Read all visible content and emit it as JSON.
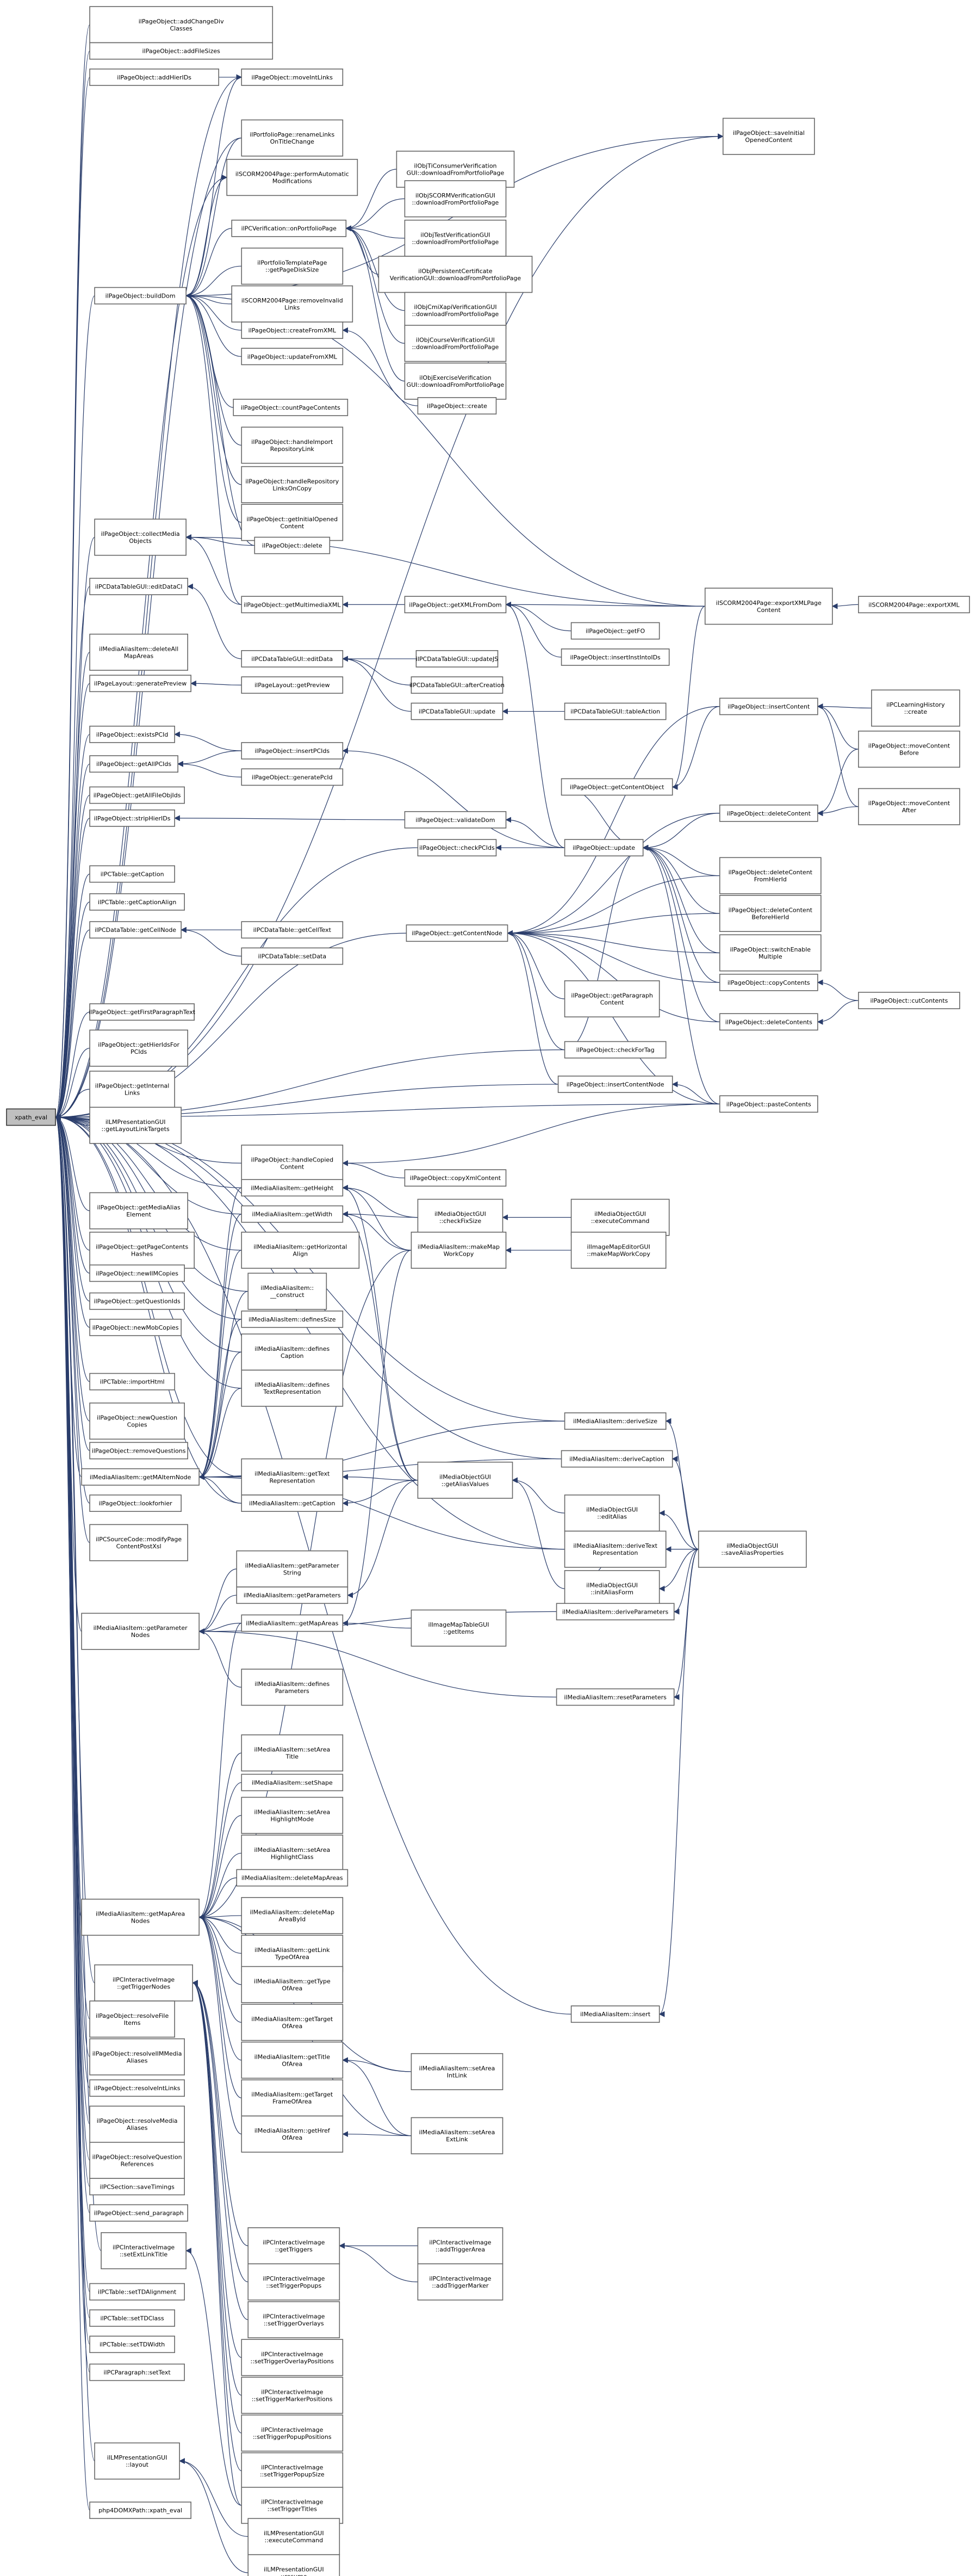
{
  "graph": {
    "root": "xpath_eval",
    "nodes": [
      {
        "id": "n1",
        "label": "ilPageObject::addChangeDiv\nClasses"
      },
      {
        "id": "n2",
        "label": "ilPageObject::addFileSizes"
      },
      {
        "id": "n3",
        "label": "ilPageObject::addHierIDs"
      },
      {
        "id": "n4",
        "label": "ilPageObject::moveIntLinks"
      },
      {
        "id": "n5",
        "label": "ilPageObject::saveInitial\nOpenedContent"
      },
      {
        "id": "n6",
        "label": "ilPortfolioPage::renameLinks\nOnTitleChange"
      },
      {
        "id": "n7",
        "label": "ilSCORM2004Page::performAutomatic\nModifications"
      },
      {
        "id": "n8",
        "label": "ilObjTiConsumerVerification\nGUI::downloadFromPortfolioPage"
      },
      {
        "id": "n9",
        "label": "ilPCVerification::onPortfolioPage"
      },
      {
        "id": "n10",
        "label": "ilObjSCORMVerificationGUI\n::downloadFromPortfolioPage"
      },
      {
        "id": "n11",
        "label": "ilObjTestVerificationGUI\n::downloadFromPortfolioPage"
      },
      {
        "id": "n12",
        "label": "ilPortfolioTemplatePage\n::getPageDiskSize"
      },
      {
        "id": "n13",
        "label": "ilObjPersistentCertificate\nVerificationGUI::downloadFromPortfolioPage"
      },
      {
        "id": "n14",
        "label": "ilSCORM2004Page::removeInvalid\nLinks"
      },
      {
        "id": "n15",
        "label": "ilObjCmiXapiVerificationGUI\n::downloadFromPortfolioPage"
      },
      {
        "id": "n16",
        "label": "ilPageObject::buildDom"
      },
      {
        "id": "n17",
        "label": "ilPageObject::createFromXML"
      },
      {
        "id": "n18",
        "label": "ilObjCourseVerificationGUI\n::downloadFromPortfolioPage"
      },
      {
        "id": "n19",
        "label": "ilPageObject::updateFromXML"
      },
      {
        "id": "n20",
        "label": "ilObjExerciseVerification\nGUI::downloadFromPortfolioPage"
      },
      {
        "id": "n21",
        "label": "ilPageObject::create"
      },
      {
        "id": "n22",
        "label": "ilPageObject::countPageContents"
      },
      {
        "id": "n23",
        "label": "ilPageObject::handleImport\nRepositoryLink"
      },
      {
        "id": "n24",
        "label": "ilPageObject::handleRepository\nLinksOnCopy"
      },
      {
        "id": "n25",
        "label": "ilPageObject::getInitialOpened\nContent"
      },
      {
        "id": "n26",
        "label": "ilPageObject::collectMedia\nObjects"
      },
      {
        "id": "n27",
        "label": "ilPageObject::delete"
      },
      {
        "id": "n28",
        "label": "ilSCORM2004Page::exportXMLPage\nContent"
      },
      {
        "id": "n29",
        "label": "ilSCORM2004Page::exportXML"
      },
      {
        "id": "n30",
        "label": "ilPageObject::getMultimediaXML"
      },
      {
        "id": "n31",
        "label": "ilPageObject::getXMLFromDom"
      },
      {
        "id": "n32",
        "label": "ilPCDataTableGUI::editDataCl"
      },
      {
        "id": "n33",
        "label": "ilPageObject::getFO"
      },
      {
        "id": "n34",
        "label": "ilMediaAliasItem::deleteAll\nMapAreas"
      },
      {
        "id": "n35",
        "label": "ilPageObject::insertInstIntoIDs"
      },
      {
        "id": "n36",
        "label": "ilPCDataTableGUI::editData"
      },
      {
        "id": "n37",
        "label": "ilPCDataTableGUI::updateJS"
      },
      {
        "id": "n38",
        "label": "ilPageLayout::generatePreview"
      },
      {
        "id": "n39",
        "label": "ilPageLayout::getPreview"
      },
      {
        "id": "n40",
        "label": "ilPCDataTableGUI::afterCreation"
      },
      {
        "id": "n41",
        "label": "ilPCDataTableGUI::update"
      },
      {
        "id": "n42",
        "label": "ilPCDataTableGUI::tableAction"
      },
      {
        "id": "n43",
        "label": "ilPageObject::existsPCId"
      },
      {
        "id": "n44",
        "label": "ilPageObject::insertContent"
      },
      {
        "id": "n45",
        "label": "ilPCLearningHistory\n::create"
      },
      {
        "id": "n46",
        "label": "ilPageObject::insertPCIds"
      },
      {
        "id": "n47",
        "label": "ilPageObject::getAllPCIds"
      },
      {
        "id": "n48",
        "label": "ilPageObject::moveContent\nBefore"
      },
      {
        "id": "n49",
        "label": "ilPageObject::generatePcId"
      },
      {
        "id": "n50",
        "label": "ilPageObject::getAllFileObjIds"
      },
      {
        "id": "n51",
        "label": "ilPageObject::getContentObject"
      },
      {
        "id": "n52",
        "label": "ilPageObject::moveContent\nAfter"
      },
      {
        "id": "n53",
        "label": "ilPageObject::stripHierIDs"
      },
      {
        "id": "n54",
        "label": "ilPageObject::validateDom"
      },
      {
        "id": "n55",
        "label": "ilPageObject::deleteContent"
      },
      {
        "id": "n56",
        "label": "ilPageObject::checkPCIds"
      },
      {
        "id": "n57",
        "label": "ilPageObject::update"
      },
      {
        "id": "n58",
        "label": "ilPageObject::deleteContent\nFromHierId"
      },
      {
        "id": "n59",
        "label": "ilPCTable::getCaption"
      },
      {
        "id": "n60",
        "label": "ilPageObject::deleteContent\nBeforeHierId"
      },
      {
        "id": "n61",
        "label": "ilPCTable::getCaptionAlign"
      },
      {
        "id": "n62",
        "label": "ilPCDataTable::getCellNode"
      },
      {
        "id": "n63",
        "label": "ilPCDataTable::getCellText"
      },
      {
        "id": "n64",
        "label": "ilPageObject::getContentNode"
      },
      {
        "id": "n65",
        "label": "ilPageObject::switchEnable\nMultiple"
      },
      {
        "id": "n66",
        "label": "ilPCDataTable::setData"
      },
      {
        "id": "n67",
        "label": "ilPageObject::getParagraph\nContent"
      },
      {
        "id": "n68",
        "label": "ilPageObject::copyContents"
      },
      {
        "id": "n69",
        "label": "ilPageObject::cutContents"
      },
      {
        "id": "n70",
        "label": "ilPageObject::getFirstParagraphText"
      },
      {
        "id": "n71",
        "label": "ilPageObject::deleteContents"
      },
      {
        "id": "n72",
        "label": "ilPageObject::getHierIdsFor\nPCIds"
      },
      {
        "id": "n73",
        "label": "ilPageObject::checkForTag"
      },
      {
        "id": "n74",
        "label": "ilPageObject::getInternal\nLinks"
      },
      {
        "id": "n75",
        "label": "ilPageObject::insertContentNode"
      },
      {
        "id": "n76",
        "label": "ilLMPresentationGUI\n::getLayoutLinkTargets"
      },
      {
        "id": "n77",
        "label": "ilPageObject::pasteContents"
      },
      {
        "id": "n78",
        "label": "xpath_eval"
      },
      {
        "id": "n79",
        "label": "ilPageObject::handleCopied\nContent"
      },
      {
        "id": "n80",
        "label": "ilPageObject::copyXmlContent"
      },
      {
        "id": "n81",
        "label": "ilMediaAliasItem::getHeight"
      },
      {
        "id": "n82",
        "label": "ilPageObject::getMediaAlias\nElement"
      },
      {
        "id": "n83",
        "label": "ilMediaObjectGUI\n::checkFixSize"
      },
      {
        "id": "n84",
        "label": "ilMediaObjectGUI\n::executeCommand"
      },
      {
        "id": "n85",
        "label": "ilPageObject::getPageContents\nHashes"
      },
      {
        "id": "n86",
        "label": "ilMediaAliasItem::getWidth"
      },
      {
        "id": "n87",
        "label": "ilMediaAliasItem::makeMap\nWorkCopy"
      },
      {
        "id": "n88",
        "label": "ilImageMapEditorGUI\n::makeMapWorkCopy"
      },
      {
        "id": "n89",
        "label": "ilPageObject::newIIMCopies"
      },
      {
        "id": "n90",
        "label": "ilMediaAliasItem::getHorizontal\nAlign"
      },
      {
        "id": "n91",
        "label": "ilPageObject::getQuestionIds"
      },
      {
        "id": "n92",
        "label": "ilMediaAliasItem::\n__construct"
      },
      {
        "id": "n93",
        "label": "ilPageObject::newMobCopies"
      },
      {
        "id": "n94",
        "label": "ilMediaAliasItem::definesSize"
      },
      {
        "id": "n95",
        "label": "ilPCTable::importHtml"
      },
      {
        "id": "n96",
        "label": "ilMediaAliasItem::defines\nCaption"
      },
      {
        "id": "n97",
        "label": "ilPageObject::newQuestion\nCopies"
      },
      {
        "id": "n98",
        "label": "ilMediaAliasItem::defines\nTextRepresentation"
      },
      {
        "id": "n99",
        "label": "ilPageObject::removeQuestions"
      },
      {
        "id": "n100",
        "label": "ilMediaAliasItem::deriveSize"
      },
      {
        "id": "n101",
        "label": "ilMediaAliasItem::getMAItemNode"
      },
      {
        "id": "n102",
        "label": "ilMediaAliasItem::deriveCaption"
      },
      {
        "id": "n103",
        "label": "ilMediaAliasItem::getText\nRepresentation"
      },
      {
        "id": "n104",
        "label": "ilPageObject::lookforhier"
      },
      {
        "id": "n105",
        "label": "ilMediaObjectGUI\n::getAliasValues"
      },
      {
        "id": "n106",
        "label": "ilMediaObjectGUI\n::editAlias"
      },
      {
        "id": "n107",
        "label": "ilMediaAliasItem::getCaption"
      },
      {
        "id": "n108",
        "label": "ilPCSourceCode::modifyPage\nContentPostXsl"
      },
      {
        "id": "n109",
        "label": "ilMediaAliasItem::deriveText\nRepresentation"
      },
      {
        "id": "n110",
        "label": "ilMediaObjectGUI\n::saveAliasProperties"
      },
      {
        "id": "n111",
        "label": "ilMediaObjectGUI\n::initAliasForm"
      },
      {
        "id": "n112",
        "label": "ilMediaAliasItem::getParameter\nString"
      },
      {
        "id": "n113",
        "label": "ilMediaAliasItem::getParameters"
      },
      {
        "id": "n114",
        "label": "ilMediaAliasItem::getParameter\nNodes"
      },
      {
        "id": "n115",
        "label": "ilMediaAliasItem::deriveParameters"
      },
      {
        "id": "n116",
        "label": "ilMediaAliasItem::getMapAreas"
      },
      {
        "id": "n117",
        "label": "ilImageMapTableGUI\n::getItems"
      },
      {
        "id": "n118",
        "label": "ilMediaAliasItem::defines\nParameters"
      },
      {
        "id": "n119",
        "label": "ilMediaAliasItem::resetParameters"
      },
      {
        "id": "n120",
        "label": "ilMediaAliasItem::setArea\nTitle"
      },
      {
        "id": "n121",
        "label": "ilMediaAliasItem::setShape"
      },
      {
        "id": "n122",
        "label": "ilMediaAliasItem::setArea\nHighlightMode"
      },
      {
        "id": "n123",
        "label": "ilMediaAliasItem::setArea\nHighlightClass"
      },
      {
        "id": "n124",
        "label": "ilMediaAliasItem::deleteMapAreas"
      },
      {
        "id": "n125",
        "label": "ilMediaAliasItem::getMapArea\nNodes"
      },
      {
        "id": "n126",
        "label": "ilMediaAliasItem::deleteMap\nAreaById"
      },
      {
        "id": "n127",
        "label": "ilMediaAliasItem::getLink\nTypeOfArea"
      },
      {
        "id": "n128",
        "label": "ilPCInteractiveImage\n::getTriggerNodes"
      },
      {
        "id": "n129",
        "label": "ilMediaAliasItem::getType\nOfArea"
      },
      {
        "id": "n130",
        "label": "ilMediaAliasItem::insert"
      },
      {
        "id": "n131",
        "label": "ilPageObject::resolveFile\nItems"
      },
      {
        "id": "n132",
        "label": "ilMediaAliasItem::getTarget\nOfArea"
      },
      {
        "id": "n133",
        "label": "ilPageObject::resolveIIMMedia\nAliases"
      },
      {
        "id": "n134",
        "label": "ilPageObject::resolveIntLinks"
      },
      {
        "id": "n135",
        "label": "ilMediaAliasItem::getTitle\nOfArea"
      },
      {
        "id": "n136",
        "label": "ilMediaAliasItem::setArea\nIntLink"
      },
      {
        "id": "n137",
        "label": "ilPageObject::resolveMedia\nAliases"
      },
      {
        "id": "n138",
        "label": "ilMediaAliasItem::getTarget\nFrameOfArea"
      },
      {
        "id": "n139",
        "label": "ilPageObject::resolveQuestion\nReferences"
      },
      {
        "id": "n140",
        "label": "ilMediaAliasItem::getHref\nOfArea"
      },
      {
        "id": "n141",
        "label": "ilMediaAliasItem::setArea\nExtLink"
      },
      {
        "id": "n142",
        "label": "ilPCSection::saveTimings"
      },
      {
        "id": "n143",
        "label": "ilPageObject::send_paragraph"
      },
      {
        "id": "n144",
        "label": "ilPCInteractiveImage\n::setExtLinkTitle"
      },
      {
        "id": "n145",
        "label": "ilPCInteractiveImage\n::getTriggers"
      },
      {
        "id": "n146",
        "label": "ilPCInteractiveImage\n::addTriggerArea"
      },
      {
        "id": "n147",
        "label": "ilPCTable::setTDAlignment"
      },
      {
        "id": "n148",
        "label": "ilPCInteractiveImage\n::setTriggerPopups"
      },
      {
        "id": "n149",
        "label": "ilPCInteractiveImage\n::addTriggerMarker"
      },
      {
        "id": "n150",
        "label": "ilPCTable::setTDClass"
      },
      {
        "id": "n151",
        "label": "ilPCInteractiveImage\n::setTriggerOverlays"
      },
      {
        "id": "n152",
        "label": "ilPCTable::setTDWidth"
      },
      {
        "id": "n153",
        "label": "ilPCParagraph::setText"
      },
      {
        "id": "n154",
        "label": "ilPCInteractiveImage\n::setTriggerOverlayPositions"
      },
      {
        "id": "n155",
        "label": "ilPCInteractiveImage\n::setTriggerMarkerPositions"
      },
      {
        "id": "n156",
        "label": "ilPCInteractiveImage\n::setTriggerPopupPositions"
      },
      {
        "id": "n157",
        "label": "ilPCInteractiveImage\n::setTriggerPopupSize"
      },
      {
        "id": "n158",
        "label": "ilLMPresentationGUI\n::layout"
      },
      {
        "id": "n159",
        "label": "ilPCInteractiveImage\n::setTriggerTitles"
      },
      {
        "id": "n160",
        "label": "php4DOMXPath::xpath_eval"
      },
      {
        "id": "n161",
        "label": "ilLMPresentationGUI\n::executeCommand"
      },
      {
        "id": "n162",
        "label": "ilLMPresentationGUI\n::resume"
      }
    ]
  }
}
